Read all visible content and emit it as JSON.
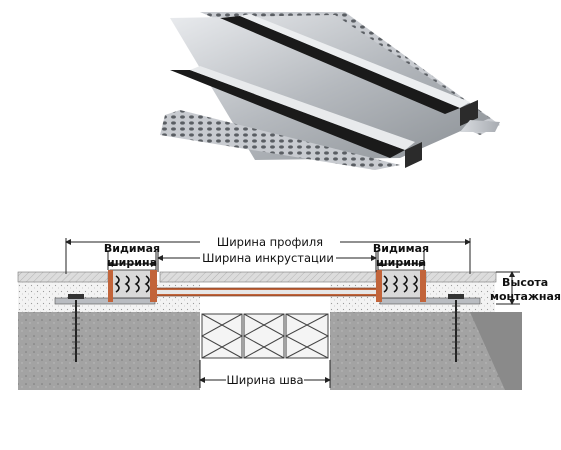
{
  "labels": {
    "profile_width": "Ширина профиля",
    "visible_width_left": [
      "Видимая",
      "ширина"
    ],
    "visible_width_right": [
      "Видимая",
      "ширина"
    ],
    "inlay_width": "Ширина инкрустации",
    "mount_height": [
      "Высота",
      "монтажная"
    ],
    "joint_width": "Ширина шва"
  },
  "colors": {
    "aluminum": "#b9bcc1",
    "aluminum_dark": "#6f7378",
    "rubber": "#151515",
    "tile": "#d6d6d6",
    "screed": "#f1f1f1",
    "concrete": "#9f9f9f",
    "copper": "#c2643a",
    "insulation": "#f4f4f4",
    "dimension_line": "#222222"
  }
}
